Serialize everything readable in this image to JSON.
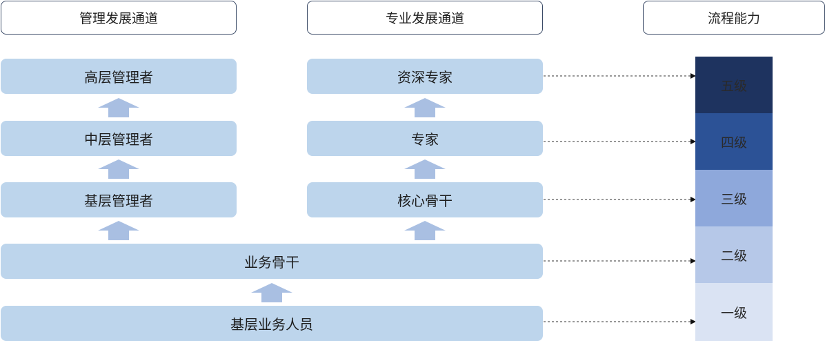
{
  "headers": {
    "management": "管理发展通道",
    "professional": "专业发展通道",
    "process": "流程能力"
  },
  "management_track": [
    {
      "label": "高层管理者"
    },
    {
      "label": "中层管理者"
    },
    {
      "label": "基层管理者"
    }
  ],
  "professional_track": [
    {
      "label": "资深专家"
    },
    {
      "label": "专家"
    },
    {
      "label": "核心骨干"
    }
  ],
  "shared": {
    "business_backbone": "业务骨干",
    "frontline_staff": "基层业务人员"
  },
  "levels": [
    {
      "label": "五级",
      "color": "#1e335f"
    },
    {
      "label": "四级",
      "color": "#2c5296"
    },
    {
      "label": "三级",
      "color": "#8ea8db"
    },
    {
      "label": "二级",
      "color": "#b6c8e8"
    },
    {
      "label": "一级",
      "color": "#dae3f3"
    }
  ],
  "colors": {
    "box_fill": "#bdd5ec",
    "arrow_fill": "#a9bfe2",
    "header_border": "#3a4a66"
  }
}
